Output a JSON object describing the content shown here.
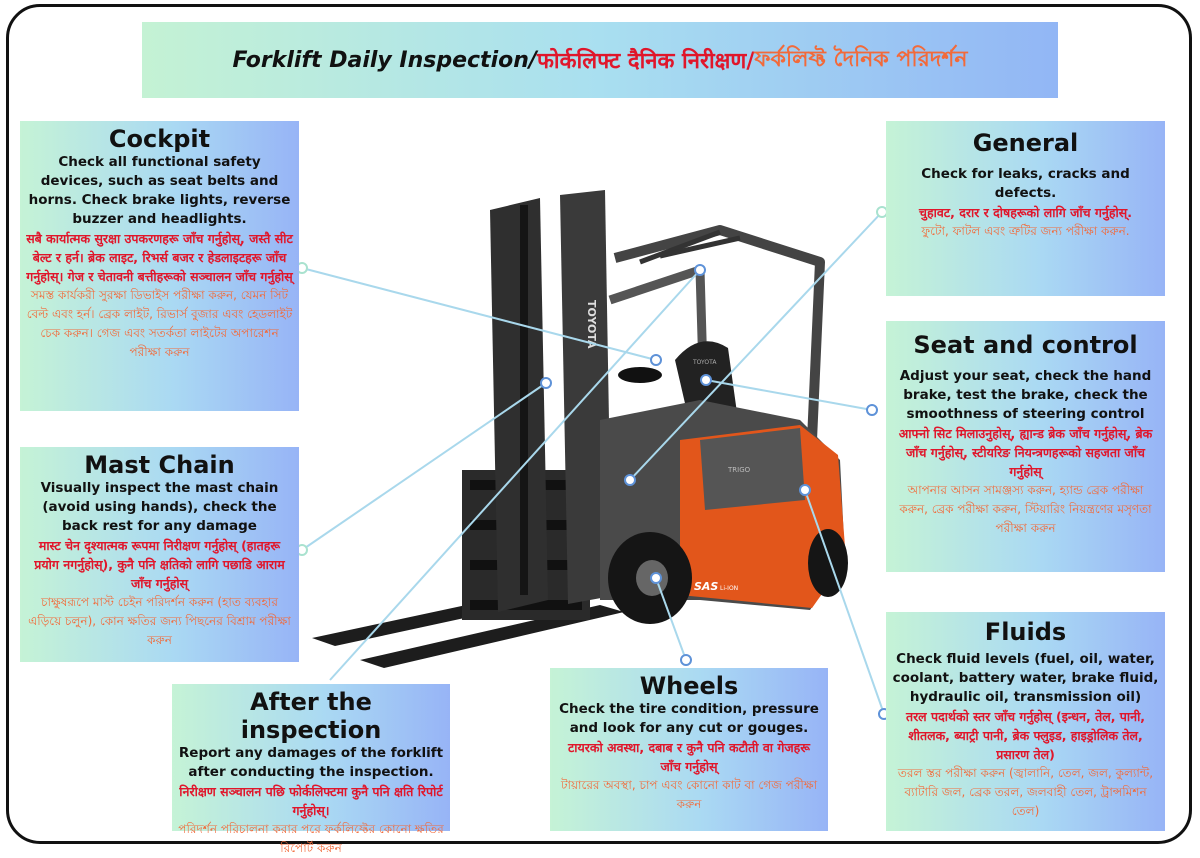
{
  "title": {
    "en": "Forklift Daily Inspection/",
    "ne": "फोर्कलिफ्ट दैनिक निरीक्षण/",
    "bn": "ফর্কলিফ্ট দৈনিক পরিদর্শন"
  },
  "forklift": {
    "brand": "TOYOTA",
    "model": "TRIGO",
    "badge": "SAS",
    "badge_sub": "Li-ION"
  },
  "sections": {
    "cockpit": {
      "heading": "Cockpit",
      "en": "Check all functional safety devices, such as seat belts and horns. Check brake lights, reverse buzzer and headlights.",
      "ne": "सबै कार्यात्मक सुरक्षा उपकरणहरू जाँच गर्नुहोस्, जस्तै सीट बेल्ट र हर्न। ब्रेक लाइट, रिभर्स बजर र हेडलाइटहरू जाँच गर्नुहोस्। गेज र चेतावनी बत्तीहरूको सञ्चालन जाँच गर्नुहोस्",
      "bn": "সমস্ত কার্যকরী সুরক্ষা ডিভাইস পরীক্ষা করুন, যেমন সিট বেল্ট এবং হর্ন। ব্রেক লাইট, রিভার্স বুজার এবং হেডলাইট চেক করুন। গেজ এবং সতর্কতা লাইটের অপারেশন পরীক্ষা করুন"
    },
    "mast_chain": {
      "heading": "Mast Chain",
      "en": "Visually inspect the mast chain (avoid using hands), check the back rest for any damage",
      "ne": "मास्ट चेन दृश्यात्मक रूपमा निरीक्षण गर्नुहोस् (हातहरू प्रयोग नगर्नुहोस्), कुनै पनि क्षतिको लागि पछाडि आराम जाँच गर्नुहोस्",
      "bn": "চাক্ষুষরূপে মাস্ট চেইন পরিদর্শন করুন (হাত ব্যবহার এড়িয়ে চলুন), কোন ক্ষতির জন্য পিছনের বিশ্রাম পরীক্ষা করুন"
    },
    "after": {
      "heading": "After the inspection",
      "en": "Report any damages of the forklift after conducting the inspection.",
      "ne": "निरीक्षण सञ्चालन पछि फोर्कलिफ्टमा कुनै पनि क्षति रिपोर्ट गर्नुहोस्।",
      "bn": "পরিদর্শন পরিচালনা করার পরে ফর্কলিফ্টের কোনো ক্ষতির রিপোর্ট করুন"
    },
    "wheels": {
      "heading": "Wheels",
      "en": "Check the tire condition, pressure and look for any cut or gouges.",
      "ne": "टायरको अवस्था, दबाब र कुनै पनि कटौती वा गेजहरू जाँच गर्नुहोस्",
      "bn": "টায়ারের অবস্থা, চাপ এবং কোনো কাট বা গেজ পরীক্ষা করুন"
    },
    "general": {
      "heading": "General",
      "en": "Check for leaks, cracks and defects.",
      "ne": "चुहावट, दरार र दोषहरूको लागि जाँच गर्नुहोस्.",
      "bn": "ফুটো, ফাটল এবং ত্রুটির জন্য পরীক্ষা করুন."
    },
    "seat": {
      "heading": "Seat and control",
      "en": "Adjust your seat, check the hand brake, test the brake, check the smoothness of steering control",
      "ne": "आफ्नो सिट मिलाउनुहोस्, ह्यान्ड ब्रेक जाँच गर्नुहोस्, ब्रेक जाँच गर्नुहोस्, स्टीयरिङ नियन्त्रणहरूको सहजता जाँच गर्नुहोस्",
      "bn": "আপনার আসন সামঞ্জস্য করুন, হ্যান্ড ব্রেক পরীক্ষা করুন, ব্রেক পরীক্ষা করুন, স্টিয়ারিং নিয়ন্ত্রণের মসৃণতা পরীক্ষা করুন"
    },
    "fluids": {
      "heading": "Fluids",
      "en": "Check fluid levels (fuel, oil, water, coolant, battery water, brake fluid, hydraulic oil, transmission oil)",
      "ne": "तरल पदार्थको स्तर जाँच गर्नुहोस् (इन्धन, तेल, पानी, शीतलक, ब्याट्री पानी, ब्रेक फ्लुइड, हाइड्रोलिक तेल, प्रसारण तेल)",
      "bn": "তরল স্তর পরীক্ষা করুন (জ্বালানি, তেল, জল, কুল্যান্ট, ব্যাটারি জল, ব্রেক তরল, জলবাহী তেল, ট্রান্সমিশন তেল)"
    }
  },
  "colors": {
    "english_text": "#111111",
    "nepali_text": "#e0162b",
    "bengali_text": "#f26a3a",
    "connector": "#a9d8ec",
    "forklift_body": "#e2561b"
  }
}
